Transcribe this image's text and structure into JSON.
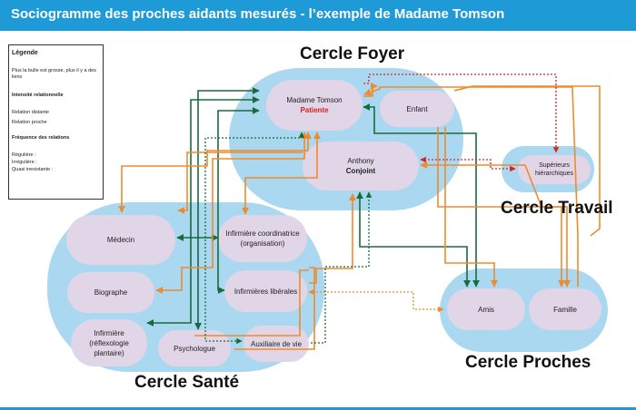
{
  "title": "Sociogramme des proches aidants mesurés - l’exemple de Madame Tomson",
  "legend": {
    "title": "Légende",
    "note": "Plus la bulle est grosse, plus il y a des liens",
    "intensity_heading": "Intensité  relationnelle",
    "distant_label": "Relation distante",
    "close_label": "Relation proche",
    "frequency_heading": "Fréquence des relations",
    "regular_label": "Régulière :",
    "irregular_label": "Irrégulière :",
    "nonexistent_label": "Quasi inexistante :"
  },
  "colors": {
    "regular": "#1a6b3c",
    "irregular": "#f08a2c",
    "nonexistent": "#e02020",
    "circle_fill": "#a9d8f0",
    "node_fill": "#e1d5e8",
    "banner": "#1e9ad6"
  },
  "circles": {
    "foyer": "Cercle  Foyer",
    "travail": "Cercle Travail",
    "sante": "Cercle Santé",
    "proches": "Cercle Proches"
  },
  "nodes": {
    "tomson_name": "Madame Tomson",
    "tomson_role": "Patiente",
    "enfant": "Enfant",
    "anthony_name": "Anthony",
    "anthony_role": "Conjoint",
    "superieurs_line1": "Supérieurs",
    "superieurs_line2": "hiérarchiques",
    "medecin": "Médecin",
    "infirmiere_coord_line1": "Infirmière coordinatrice",
    "infirmiere_coord_line2": "(organisation)",
    "biographe": "Biographe",
    "infirmieres_liberales": "Infirmières libérales",
    "infirmiere_line1": "Infirmière",
    "infirmiere_line2": "(réflexologie",
    "infirmiere_line3": "plantaire)",
    "psychologue": "Psychologue",
    "auxiliaire": "Auxiliaire de vie",
    "amis": "Amis",
    "famille": "Famille"
  }
}
